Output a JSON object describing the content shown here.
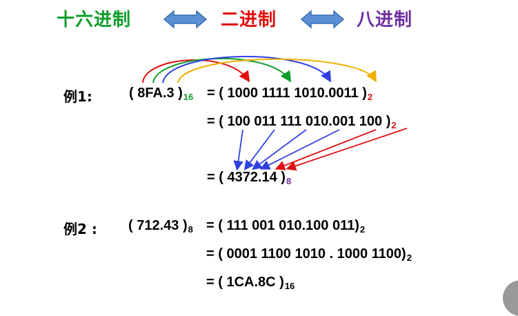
{
  "title": {
    "hex": "十六进制",
    "bin": "二进制",
    "oct": "八进制",
    "colors": {
      "hex": "#0f9d2a",
      "bin": "#e01010",
      "oct": "#7030a0",
      "double_arrow": "#4f81bd"
    }
  },
  "example1": {
    "label": "例1:",
    "source": "( 8FA.3 )",
    "source_base": "16",
    "binary_grouped4": "= ( 1000 1111 1010.0011 )",
    "binary_base": "2",
    "binary_grouped3": "= ( 100 011 111 010.001 100 )",
    "binary3_base": "2",
    "octal": "= ( 4372.14 )",
    "octal_base": "8"
  },
  "example2": {
    "label": "例2 :",
    "source": "( 712.43 )",
    "source_base": "8",
    "binary_grouped3": "= ( 111 001 010.100 011)",
    "binary_base": "2",
    "binary_grouped4": "= ( 0001 1100 1010 . 1000 1100)",
    "binary4_base": "2",
    "hex": "= ( 1CA.8C )",
    "hex_base": "16"
  },
  "arrow_colors": {
    "red": "#e01010",
    "green": "#0f9d2a",
    "blue": "#3040e0",
    "yellow": "#f0b000"
  }
}
